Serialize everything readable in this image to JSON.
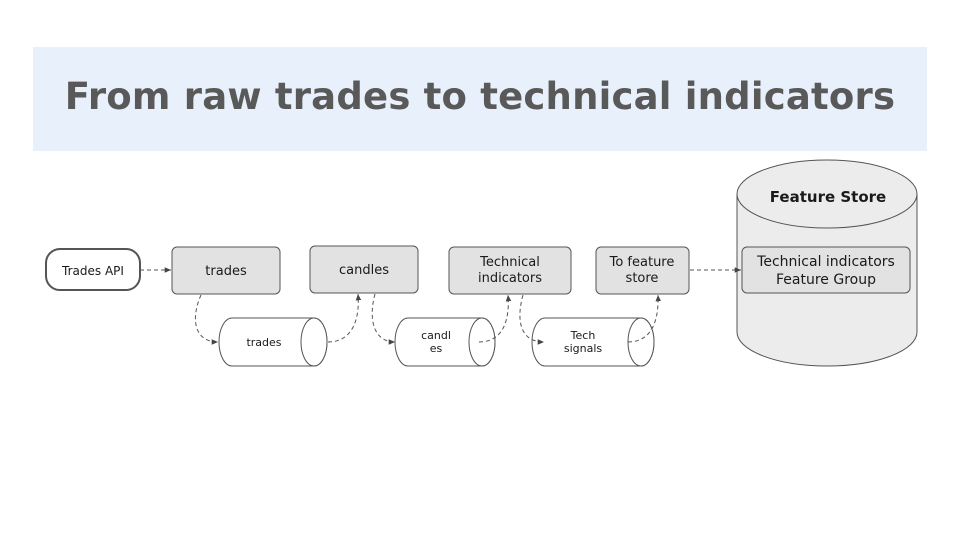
{
  "title": "From raw trades to technical indicators",
  "nodes": {
    "trades_api": "Trades API",
    "trades_step": "trades",
    "candles_step": "candles",
    "technical_indicators_step": [
      "Technical",
      "indicators"
    ],
    "to_feature_store_step": [
      "To feature",
      "store"
    ],
    "trades_topic": "trades",
    "candles_topic": [
      "candl",
      "es"
    ],
    "tech_signals_topic": [
      "Tech",
      "signals"
    ],
    "feature_store": "Feature Store",
    "feature_group": [
      "Technical indicators",
      "Feature Group"
    ]
  }
}
